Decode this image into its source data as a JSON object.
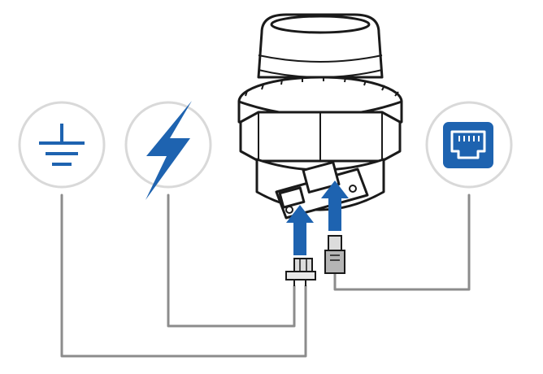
{
  "diagram": {
    "accent_color": "#1e63b0",
    "wire_color": "#8c8c8c",
    "circle_border_color": "#d9d9d9",
    "icons": [
      {
        "name": "ground-icon"
      },
      {
        "name": "lightning-icon"
      },
      {
        "name": "ethernet-port-icon"
      }
    ],
    "device": {
      "name": "outdoor-antenna-unit"
    },
    "connectors": [
      {
        "name": "ground-power-connector"
      },
      {
        "name": "ethernet-connector"
      }
    ]
  }
}
